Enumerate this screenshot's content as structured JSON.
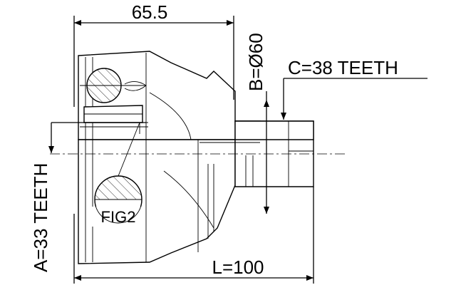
{
  "labels": {
    "dim_top": "65.5",
    "dim_b": "B=Ø60",
    "dim_c": "C=38 TEETH",
    "dim_a": "A=33 TEETH",
    "dim_l": "L=100",
    "fig": "FIG2"
  }
}
